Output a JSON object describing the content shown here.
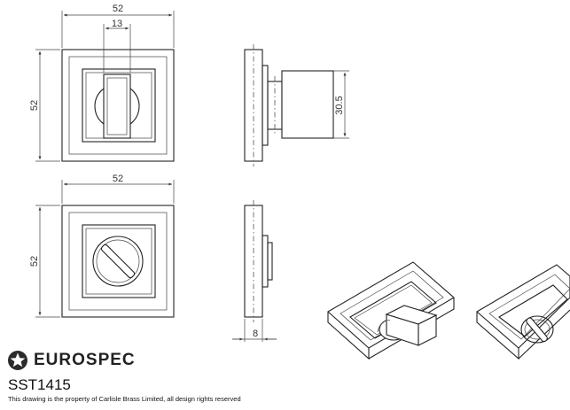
{
  "dimensions": {
    "top_front_width": "52",
    "top_front_inner": "13",
    "top_front_height": "52",
    "top_side_height": "30.5",
    "bottom_front_width": "52",
    "bottom_front_height": "52",
    "bottom_side_depth": "8"
  },
  "brand": {
    "name": "EUROSPEC"
  },
  "product_code": "SST1415",
  "notice": "This drawing is the property of Carlisle Brass Limited, all design rights reserved"
}
